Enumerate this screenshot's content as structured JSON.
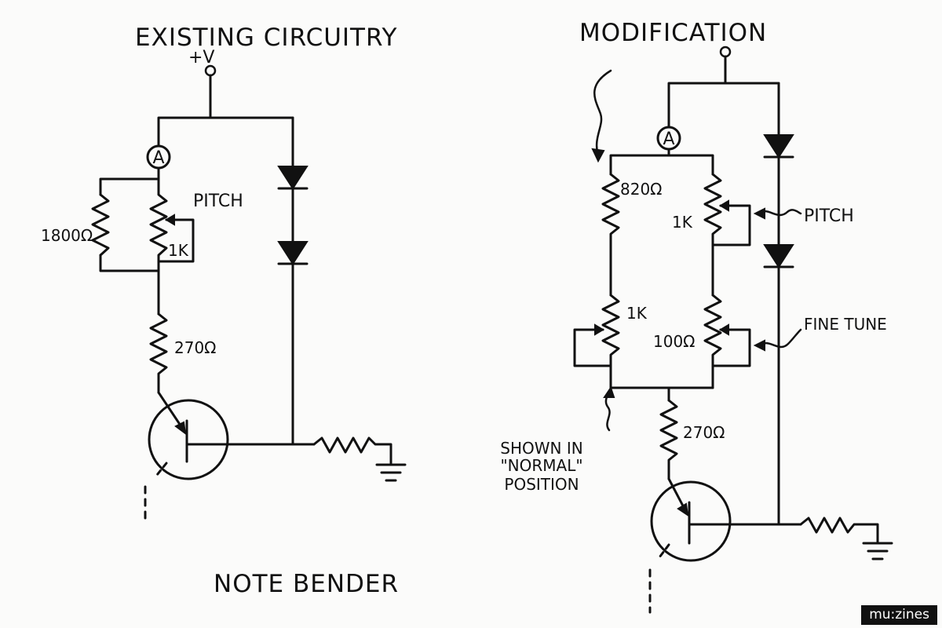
{
  "left": {
    "title": "EXISTING CIRCUITRY",
    "supply": "+V",
    "node_a": "A",
    "pitch": "PITCH",
    "r_parallel": "1800Ω",
    "pot": "1K",
    "r_series": "270Ω",
    "caption": "NOTE BENDER"
  },
  "right": {
    "title": "MODIFICATION",
    "node_a": "A",
    "r_820": "820Ω",
    "pot_pitch": "1K",
    "pitch": "PITCH",
    "pot_left": "1K",
    "pot_fine": "100Ω",
    "fine_tune": "FINE TUNE",
    "r_series": "270Ω",
    "note": [
      "SHOWN IN",
      "\"NORMAL\"",
      "POSITION"
    ]
  },
  "badge": "mu:zines"
}
